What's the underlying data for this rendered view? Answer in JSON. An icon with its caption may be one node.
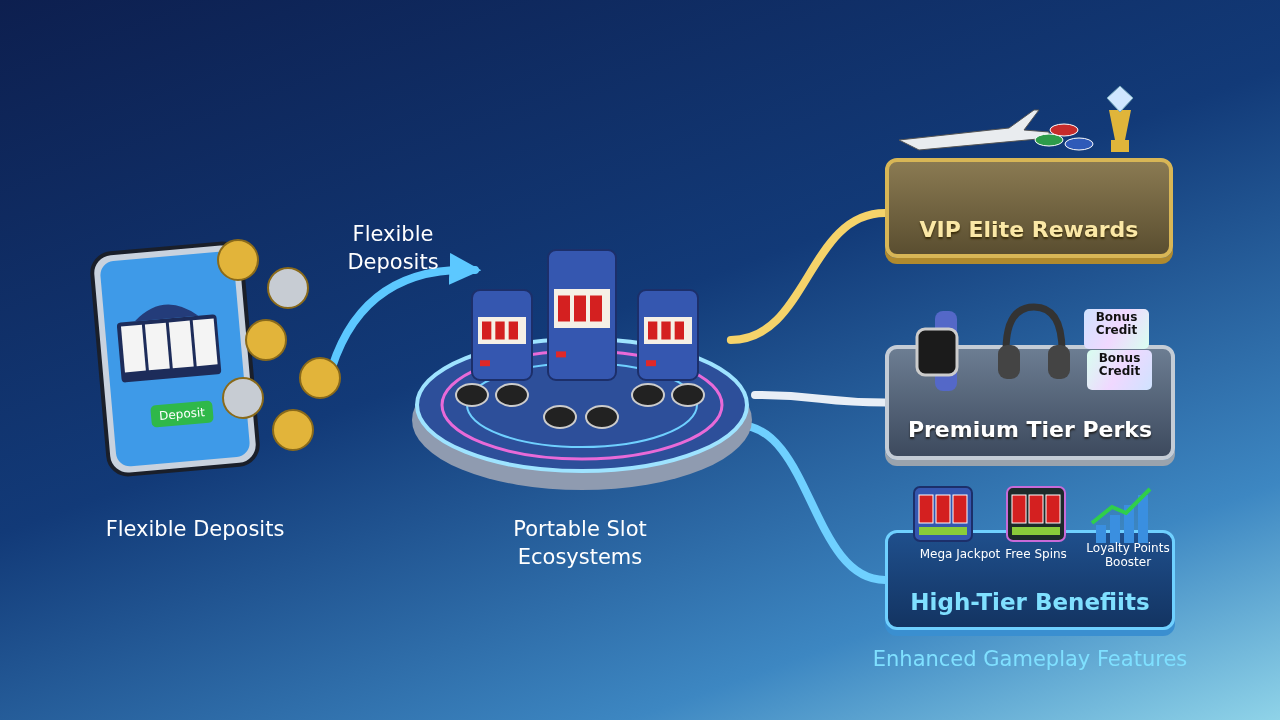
{
  "diagram": {
    "nodes": [
      {
        "text": [],
        "shape": "picture",
        "beside": [
          "Flexible Deposits"
        ]
      },
      {
        "text": [],
        "shape": "picture",
        "beside": [
          "Portable Slot Ecosystems"
        ]
      },
      {
        "text": [
          "VIP Elite Rewards"
        ]
      },
      {
        "text": [
          "Premium Tier Perks"
        ]
      },
      {
        "text": [
          "Mega Jackpot",
          "Free Spins",
          "Loyalty Points Booster",
          "High-Tier Benefiits"
        ],
        "beside": [
          "Enhanced Gameplay Features"
        ]
      }
    ],
    "edges": [
      {
        "from": 0,
        "to": 1,
        "arrow": "to",
        "label": "Flexible Deposits",
        "color": "#5cc8ff"
      },
      {
        "from": 1,
        "to": 2,
        "arrow": "none",
        "color": "#f5d36a"
      },
      {
        "from": 1,
        "to": 3,
        "arrow": "none",
        "color": "#e8eef6"
      },
      {
        "from": 1,
        "to": 4,
        "arrow": "none",
        "color": "#6fd0ff"
      }
    ],
    "labels": [
      "Deposit",
      "Bonus Credit",
      "Bonus Credit"
    ]
  }
}
